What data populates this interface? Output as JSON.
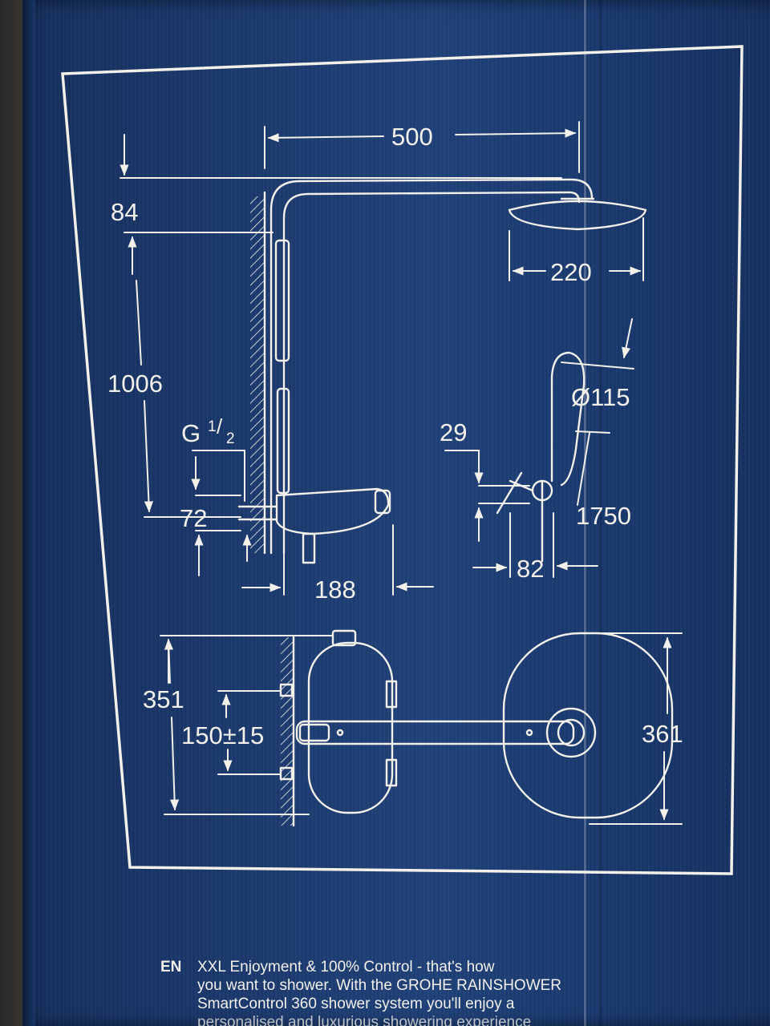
{
  "dimensions": {
    "arm_length": "500",
    "head_height": "84",
    "head_diameter": "220",
    "bar_height": "1006",
    "thread_prefix": "G",
    "thread_num": "1",
    "thread_den": "2",
    "handshower_diameter": "Ø115",
    "offset_29": "29",
    "offset_72": "72",
    "total_height": "1750",
    "depth_188": "188",
    "depth_82": "82",
    "thermostat_height": "351",
    "inlet_spacing": "150±15",
    "head_height_front": "361"
  },
  "caption": {
    "lang": "EN",
    "line1": "XXL Enjoyment & 100% Control - that's how",
    "line2": "you want to shower. With the GROHE RAINSHOWER",
    "line3": "SmartControl 360 shower system you'll enjoy a",
    "line4": "personalised and luxurious showering experience"
  },
  "colors": {
    "box_blue": "#1c3a6f",
    "line_white": "#f2f0e8"
  }
}
